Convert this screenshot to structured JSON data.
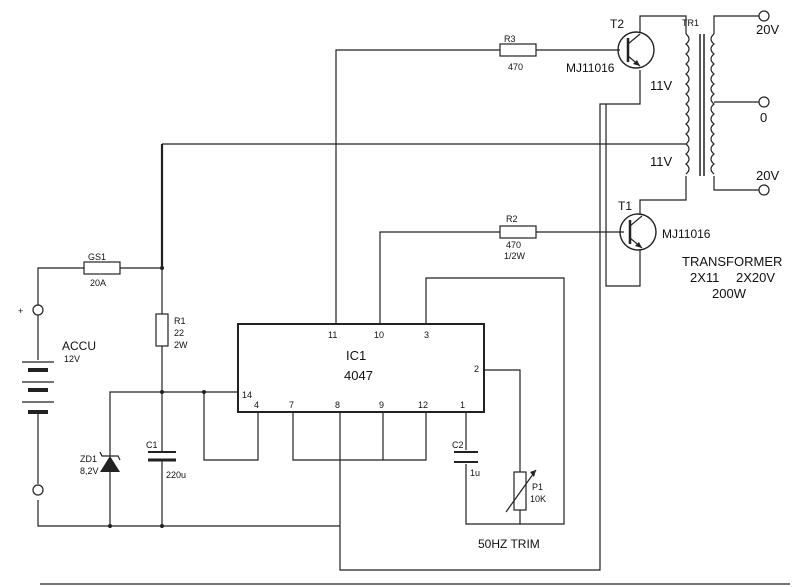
{
  "schematic": {
    "labels": {
      "t2": "T2",
      "t2_part": "MJ11016",
      "t1": "T1",
      "t1_part": "MJ11016",
      "tr1": "TR1",
      "v20_top": "20V",
      "v0": "0",
      "v20_bottom": "20V",
      "v11_top": "11V",
      "v11_bottom": "11V",
      "r3": "R3",
      "r3_val": "470",
      "r2": "R2",
      "r2_val1": "470",
      "r2_val2": "1/2W",
      "gs1": "GS1",
      "gs1_val": "20A",
      "accu": "ACCU",
      "accu_val": "12V",
      "r1": "R1",
      "r1_val1": "22",
      "r1_val2": "2W",
      "zd1": "ZD1",
      "zd1_val": "8,2V",
      "c1": "C1",
      "c1_val": "220u",
      "ic1": "IC1",
      "ic1_part": "4047",
      "c2": "C2",
      "c2_val": "1u",
      "p1": "P1",
      "p1_val": "10K",
      "trim": "50HZ TRIM",
      "transformer_title": "TRANSFORMER",
      "transformer_spec_a": "2X11",
      "transformer_spec_b": "2X20V",
      "transformer_power": "200W",
      "plus": "+"
    },
    "pins": {
      "p11": "11",
      "p10": "10",
      "p3": "3",
      "p2": "2",
      "p14": "14",
      "p4": "4",
      "p7": "7",
      "p8": "8",
      "p9": "9",
      "p12": "12",
      "p1": "1"
    }
  }
}
